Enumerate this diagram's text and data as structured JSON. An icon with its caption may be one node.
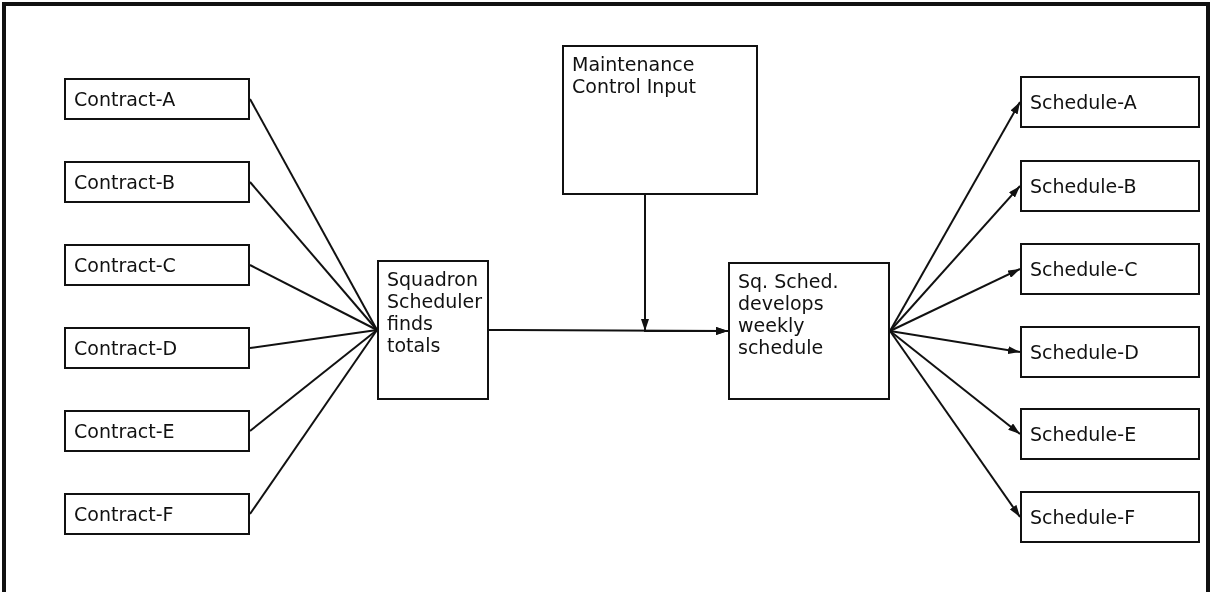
{
  "diagram": {
    "nodes": [
      {
        "text": [
          "Contract-A"
        ]
      },
      {
        "text": [
          "Contract-B"
        ]
      },
      {
        "text": [
          "Contract-C"
        ]
      },
      {
        "text": [
          "Contract-D"
        ]
      },
      {
        "text": [
          "Contract-E"
        ]
      },
      {
        "text": [
          "Contract-F"
        ]
      },
      {
        "text": [
          "Squadron Scheduler finds totals"
        ]
      },
      {
        "text": [
          "Maintenance Control Input"
        ]
      },
      {
        "text": [
          "Sq. Sched. develops weekly schedule"
        ]
      },
      {
        "text": [
          "Schedule-A"
        ]
      },
      {
        "text": [
          "Schedule-B"
        ]
      },
      {
        "text": [
          "Schedule-C"
        ]
      },
      {
        "text": [
          "Schedule-D"
        ]
      },
      {
        "text": [
          "Schedule-E"
        ]
      },
      {
        "text": [
          "Schedule-F"
        ]
      }
    ],
    "edges": [
      {
        "from": 0,
        "to": 6,
        "arrow": "none"
      },
      {
        "from": 1,
        "to": 6,
        "arrow": "none"
      },
      {
        "from": 2,
        "to": 6,
        "arrow": "none"
      },
      {
        "from": 3,
        "to": 6,
        "arrow": "none"
      },
      {
        "from": 4,
        "to": 6,
        "arrow": "none"
      },
      {
        "from": 5,
        "to": 6,
        "arrow": "none"
      },
      {
        "from": 6,
        "to": 8,
        "arrow": "to"
      },
      {
        "from": 7,
        "to": 8,
        "arrow": "to"
      },
      {
        "from": 8,
        "to": 9,
        "arrow": "to"
      },
      {
        "from": 8,
        "to": 10,
        "arrow": "to"
      },
      {
        "from": 8,
        "to": 11,
        "arrow": "to"
      },
      {
        "from": 8,
        "to": 12,
        "arrow": "to"
      },
      {
        "from": 8,
        "to": 13,
        "arrow": "to"
      },
      {
        "from": 8,
        "to": 14,
        "arrow": "to"
      }
    ]
  }
}
